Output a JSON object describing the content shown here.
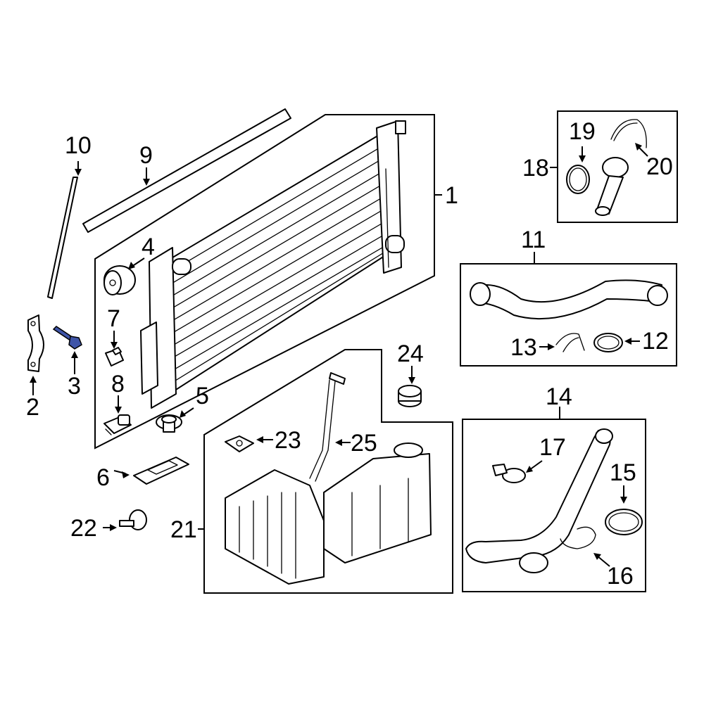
{
  "callouts": {
    "c1": "1",
    "c2": "2",
    "c3": "3",
    "c4": "4",
    "c5": "5",
    "c6": "6",
    "c7": "7",
    "c8": "8",
    "c9": "9",
    "c10": "10",
    "c11": "11",
    "c12": "12",
    "c13": "13",
    "c14": "14",
    "c15": "15",
    "c16": "16",
    "c17": "17",
    "c18": "18",
    "c19": "19",
    "c20": "20",
    "c21": "21",
    "c22": "22",
    "c23": "23",
    "c24": "24",
    "c25": "25"
  },
  "highlighted_part": "3",
  "colors": {
    "line": "#000000",
    "background": "#ffffff",
    "highlight": "#3f55a8"
  }
}
